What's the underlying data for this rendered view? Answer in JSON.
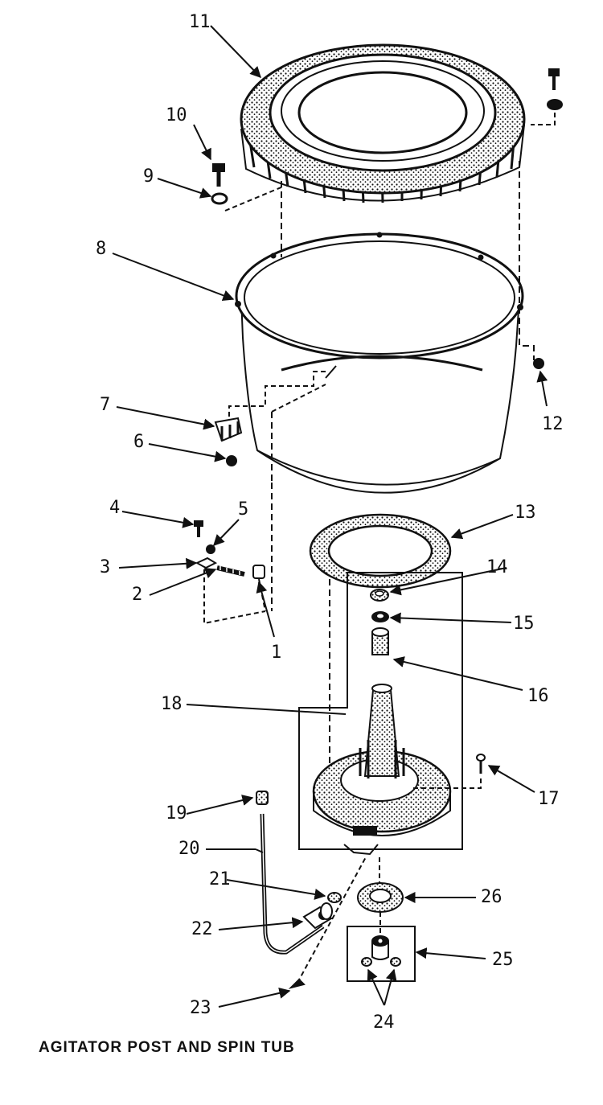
{
  "title": "AGITATOR POST AND SPIN TUB",
  "callouts": {
    "c1": "1",
    "c2": "2",
    "c3": "3",
    "c4": "4",
    "c5": "5",
    "c6": "6",
    "c7": "7",
    "c8": "8",
    "c9": "9",
    "c10": "10",
    "c11": "11",
    "c12": "12",
    "c13": "13",
    "c14": "14",
    "c15": "15",
    "c16": "16",
    "c17": "17",
    "c18": "18",
    "c19": "19",
    "c20": "20",
    "c21": "21",
    "c22": "22",
    "c23": "23",
    "c24": "24",
    "c25": "25",
    "c26": "26"
  }
}
